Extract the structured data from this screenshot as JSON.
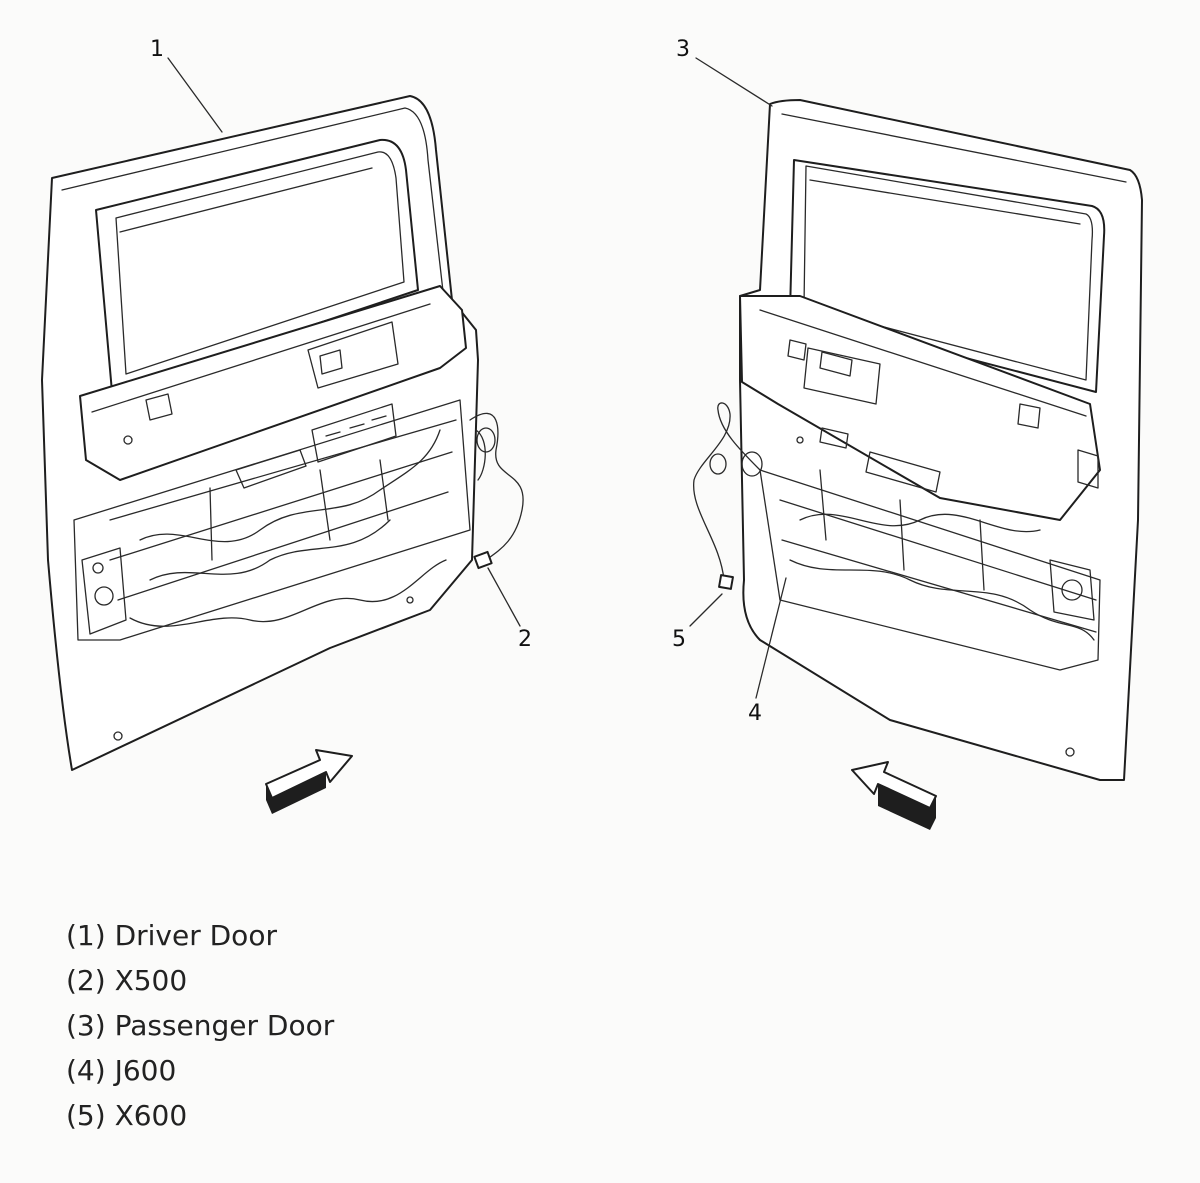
{
  "callouts": {
    "c1": "1",
    "c2": "2",
    "c3": "3",
    "c4": "4",
    "c5": "5"
  },
  "legend": [
    "(1) Driver Door",
    "(2) X500",
    "(3) Passenger Door",
    "(4) J600",
    "(5) X600"
  ]
}
